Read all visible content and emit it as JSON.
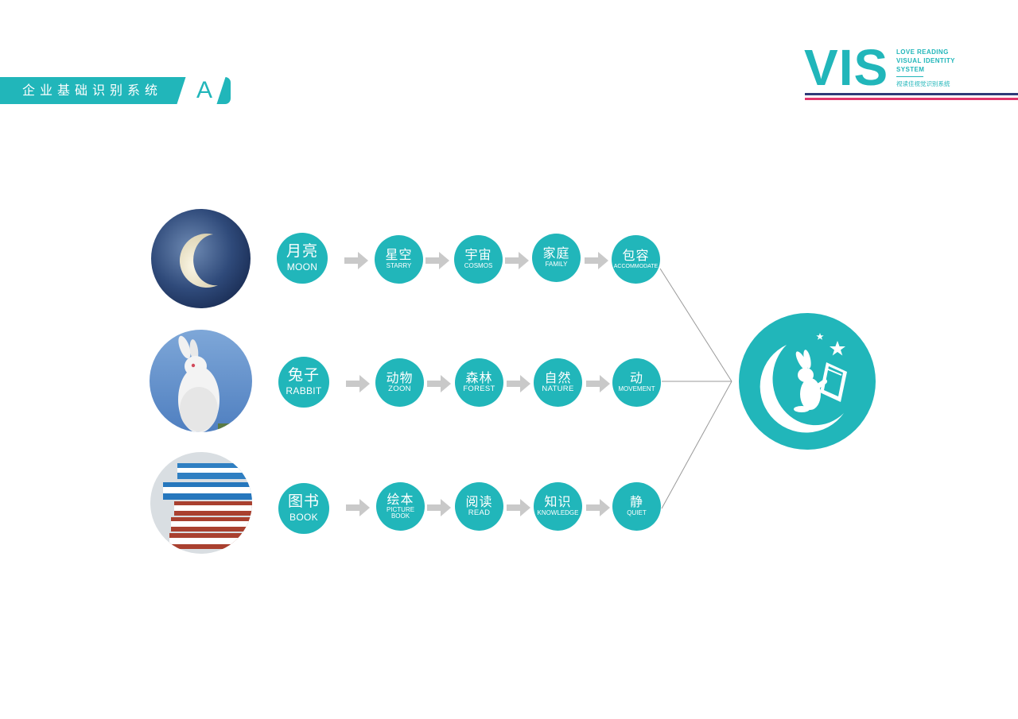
{
  "section": {
    "title": "企业基础识别系统",
    "letter": "A"
  },
  "brand": {
    "mark": "VIS",
    "tagline": [
      "LOVE READING",
      "VISUAL IDENTITY",
      "SYSTEM"
    ],
    "subtitle_cn": "视读佳视觉识别系统",
    "colors": {
      "primary": "#21b6ba",
      "rule_navy": "#2f3a78",
      "rule_red": "#e0356b"
    }
  },
  "rows": [
    {
      "photo": "moon-photo",
      "lead": {
        "cn": "月亮",
        "en": "MOON"
      },
      "nodes": [
        {
          "cn": "星空",
          "en": "STARRY"
        },
        {
          "cn": "宇宙",
          "en": "COSMOS"
        },
        {
          "cn": "家庭",
          "en": "FAMILY"
        },
        {
          "cn": "包容",
          "en": "ACCOMMODATE"
        }
      ]
    },
    {
      "photo": "rabbit-photo",
      "lead": {
        "cn": "兔子",
        "en": "RABBIT"
      },
      "nodes": [
        {
          "cn": "动物",
          "en": "ZOON"
        },
        {
          "cn": "森林",
          "en": "FOREST"
        },
        {
          "cn": "自然",
          "en": "NATURE"
        },
        {
          "cn": "动",
          "en": "MOVEMENT"
        }
      ]
    },
    {
      "photo": "books-photo",
      "lead": {
        "cn": "图书",
        "en": "BOOK"
      },
      "nodes": [
        {
          "cn": "绘本",
          "en": "PICTURE BOOK"
        },
        {
          "cn": "阅读",
          "en": "READ"
        },
        {
          "cn": "知识",
          "en": "KNOWLEDGE"
        },
        {
          "cn": "静",
          "en": "QUIET"
        }
      ]
    }
  ],
  "result": {
    "icon": "moon-rabbit-book-logo-icon"
  }
}
